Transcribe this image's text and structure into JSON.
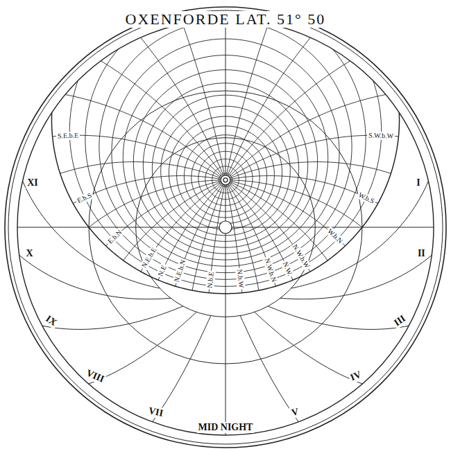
{
  "diagram": {
    "title": "OXENFORDE LAT. 51° 50",
    "labels": [
      "I",
      "II",
      "III",
      "IV",
      "V",
      "MID NIGHT",
      "VII",
      "VIII",
      "IX",
      "X",
      "XI",
      "S.E.b.E",
      "E.b.S",
      "E.b.N",
      "N.E.b.E",
      "N.E",
      "N.E.b.N",
      "N.b.E",
      "N.b.W",
      "N.W.b.N",
      "N.W.",
      "N.W.b.W",
      "W.b.N",
      "W.b.S",
      "S.W.b.W"
    ]
  }
}
